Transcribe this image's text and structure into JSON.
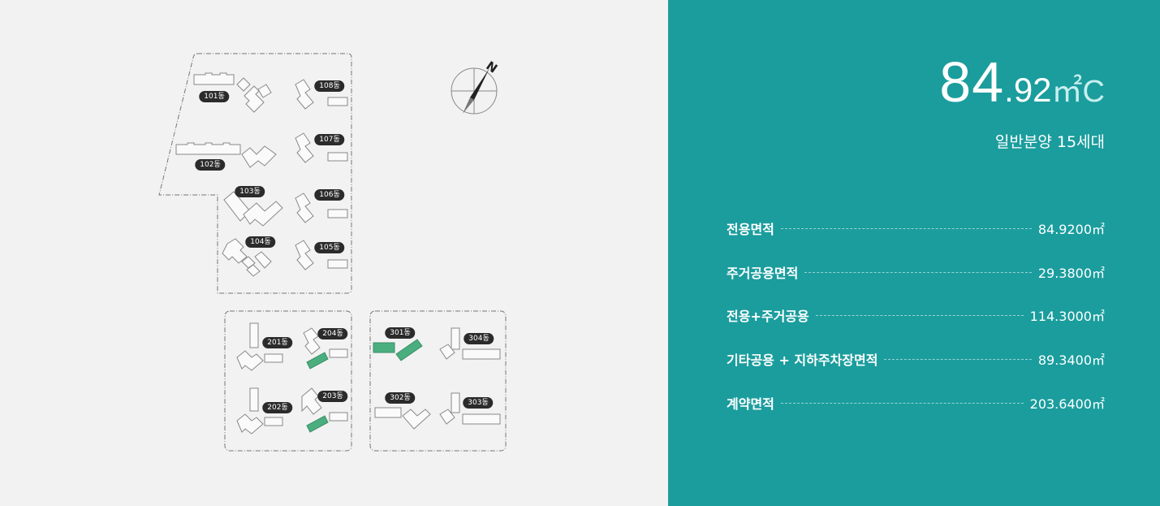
{
  "site_map": {
    "buildings": [
      {
        "id": "101",
        "label": "101동"
      },
      {
        "id": "102",
        "label": "102동"
      },
      {
        "id": "103",
        "label": "103동"
      },
      {
        "id": "104",
        "label": "104동"
      },
      {
        "id": "105",
        "label": "105동"
      },
      {
        "id": "106",
        "label": "106동"
      },
      {
        "id": "107",
        "label": "107동"
      },
      {
        "id": "108",
        "label": "108동"
      },
      {
        "id": "201",
        "label": "201동"
      },
      {
        "id": "202",
        "label": "202동"
      },
      {
        "id": "203",
        "label": "203동"
      },
      {
        "id": "204",
        "label": "204동"
      },
      {
        "id": "301",
        "label": "301동"
      },
      {
        "id": "302",
        "label": "302동"
      },
      {
        "id": "303",
        "label": "303동"
      },
      {
        "id": "304",
        "label": "304동"
      }
    ],
    "highlighted": [
      "204",
      "203",
      "301"
    ],
    "compass_label": "N"
  },
  "colors": {
    "panel": "#1b9d9e",
    "map_background": "#f2f2f2",
    "highlight": "#4bae7f",
    "label_badge": "#2b2b2b"
  },
  "area": {
    "integer": "84",
    "decimal": ".92",
    "unit": "㎡C"
  },
  "units_text": "일반분양 15세대",
  "details": [
    {
      "label": "전용면적",
      "value": "84.9200㎡"
    },
    {
      "label": "주거공용면적",
      "value": "29.3800㎡"
    },
    {
      "label": "전용+주거공용",
      "value": "114.3000㎡"
    },
    {
      "label": "기타공용 + 지하주차장면적",
      "value": "89.3400㎡"
    },
    {
      "label": "계약면적",
      "value": "203.6400㎡"
    }
  ]
}
